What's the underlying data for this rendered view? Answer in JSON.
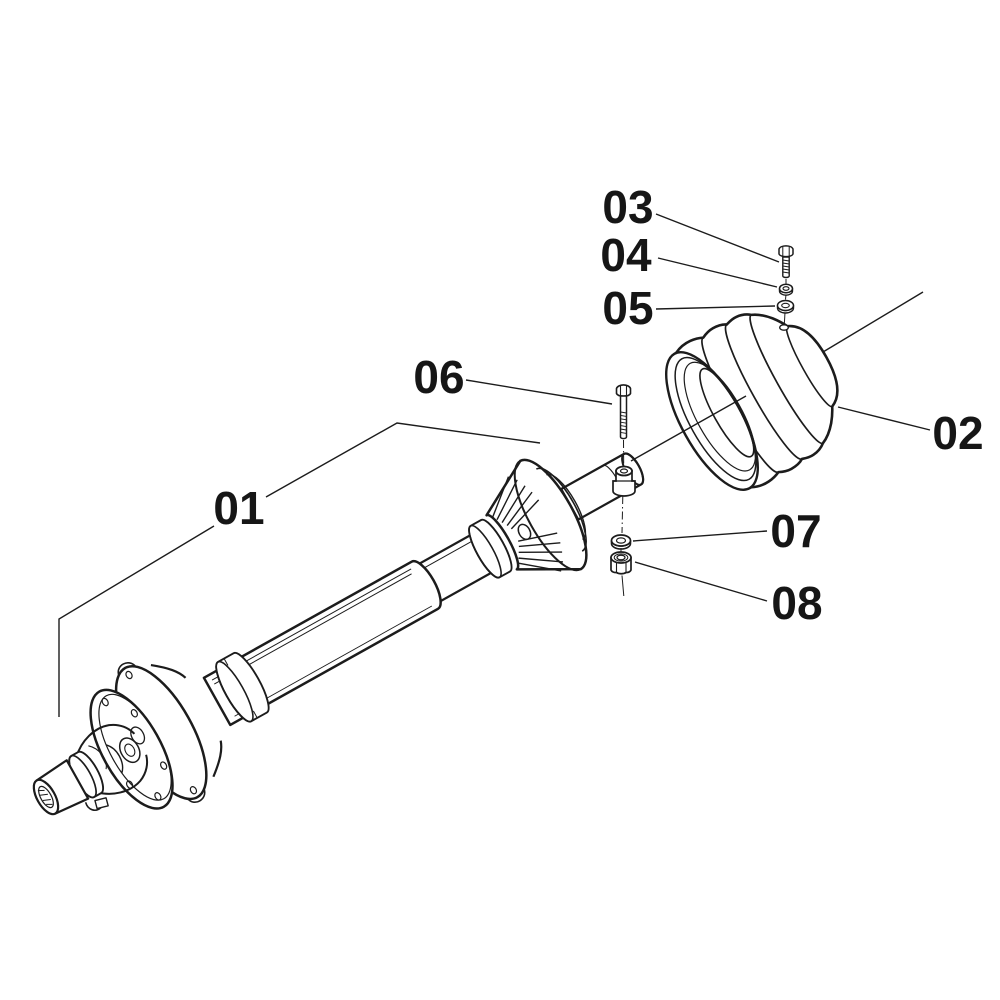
{
  "page": {
    "background_color": "#ffffff"
  },
  "diagram": {
    "kind": "exploded-parts-diagram",
    "subject": "PTO drive shaft assembly with guard cone and fasteners",
    "line_color": "#1c1c1c",
    "labels": {
      "l01": "01",
      "l02": "02",
      "l03": "03",
      "l04": "04",
      "l05": "05",
      "l06": "06",
      "l07": "07",
      "l08": "08"
    },
    "parts": [
      {
        "label": "01",
        "component": "drive-shaft-assembly"
      },
      {
        "label": "02",
        "component": "guard-bell-cone"
      },
      {
        "label": "03",
        "component": "hex-bolt-short"
      },
      {
        "label": "04",
        "component": "lock-washer"
      },
      {
        "label": "05",
        "component": "flat-washer"
      },
      {
        "label": "06",
        "component": "hex-bolt-long"
      },
      {
        "label": "07",
        "component": "flat-washer"
      },
      {
        "label": "08",
        "component": "hex-nut"
      }
    ]
  }
}
